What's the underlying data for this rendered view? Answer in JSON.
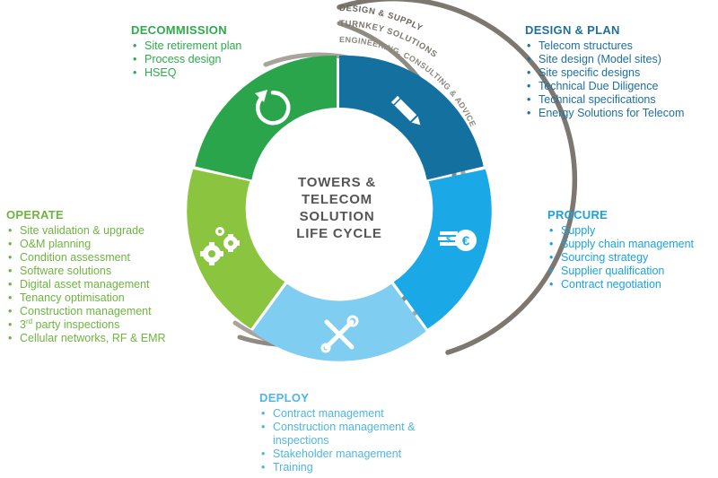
{
  "center": {
    "lines": [
      "TOWERS &",
      "TELECOM",
      "SOLUTION",
      "LIFE CYCLE"
    ]
  },
  "rings": {
    "outer": "DESIGN & SUPPLY",
    "middle": "TURNKEY SOLUTIONS",
    "inner": "ENGINEERING, CONSULTING & ADVICE"
  },
  "colors": {
    "decommission": "#2aa54b",
    "design": "#13709f",
    "procure": "#1aa9e6",
    "deploy": "#7fcdf1",
    "operate": "#8bc53f",
    "ring": "#9a958e",
    "ring_dark": "#5f5b55",
    "center_text": "#555555"
  },
  "segments": [
    {
      "id": "design",
      "icon": "pencil-icon"
    },
    {
      "id": "procure",
      "icon": "money-euro-icon"
    },
    {
      "id": "deploy",
      "icon": "tools-icon"
    },
    {
      "id": "operate",
      "icon": "gears-icon"
    },
    {
      "id": "decommission",
      "icon": "refresh-icon"
    }
  ],
  "panels": {
    "decommission": {
      "title": "DECOMMISSION",
      "items": [
        "Site retirement plan",
        "Process design",
        "HSEQ"
      ]
    },
    "design": {
      "title": "DESIGN & PLAN",
      "items": [
        "Telecom structures",
        "Site design (Model sites)",
        "Site specific designs",
        "Technical Due Diligence",
        "Technical specifications",
        "Energy Solutions for Telecom"
      ]
    },
    "procure": {
      "title": "PROCURE",
      "items": [
        "Supply",
        "Supply chain management",
        "Sourcing strategy",
        "Supplier qualification",
        "Contract negotiation"
      ]
    },
    "operate": {
      "title": "OPERATE",
      "items": [
        "Site validation & upgrade",
        "O&M planning",
        "Condition assessment",
        "Software solutions",
        "Digital asset management",
        "Tenancy optimisation",
        "Construction management"
      ],
      "third_party": {
        "prefix": "3",
        "sup": "rd",
        "suffix": " party inspections"
      },
      "last_item": "Cellular networks, RF & EMR"
    },
    "deploy": {
      "title": "DEPLOY",
      "items": [
        "Contract management",
        "Construction management & inspections",
        "Stakeholder management",
        "Training"
      ]
    }
  }
}
